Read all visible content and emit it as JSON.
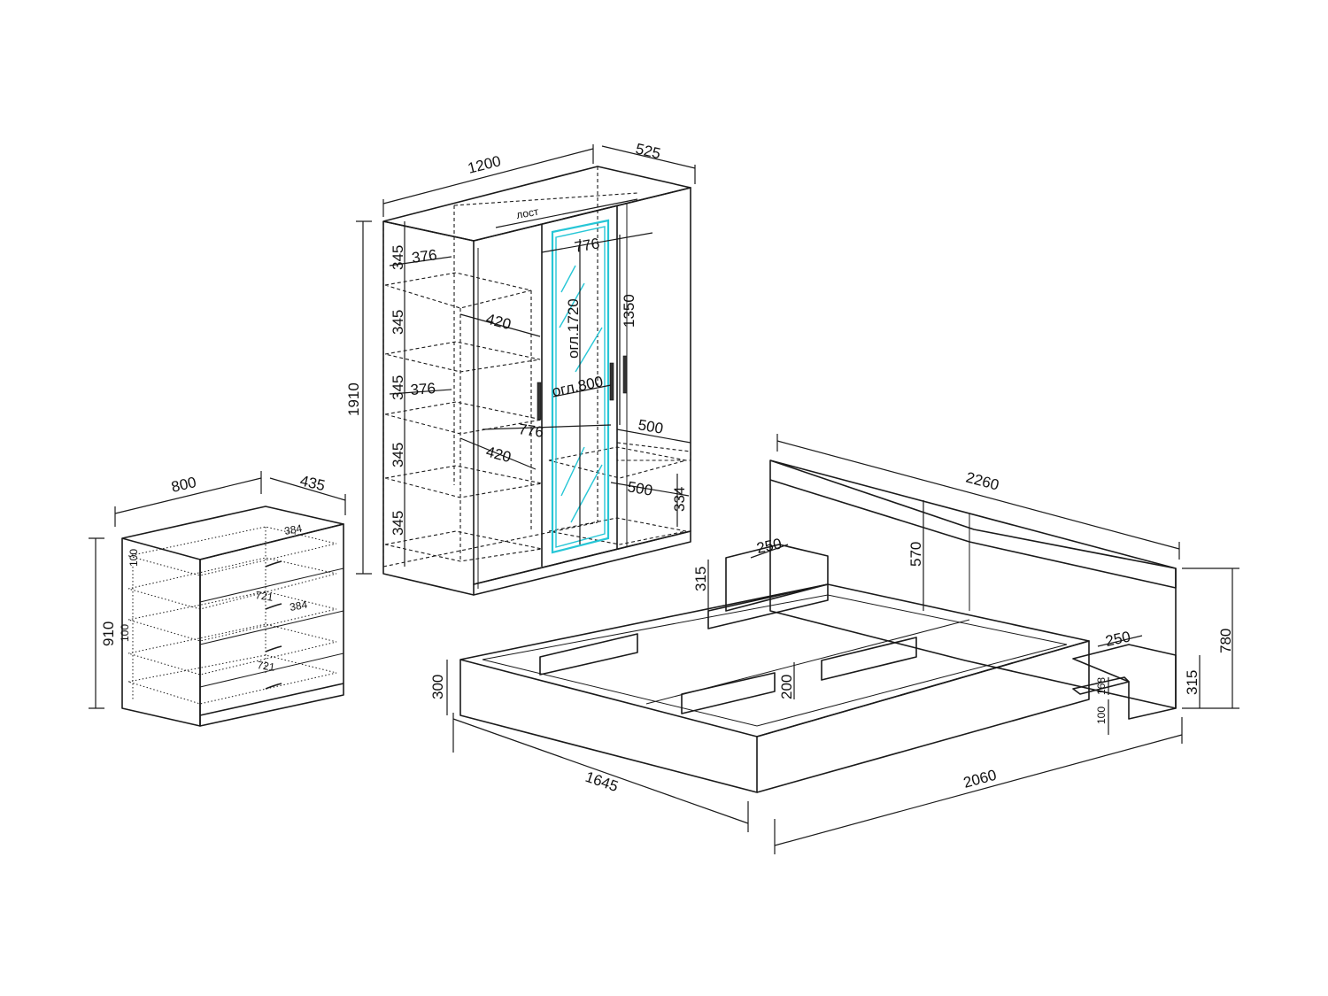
{
  "colors": {
    "line": "#1a1a1a",
    "mirror": "#26c6d6",
    "background": "#ffffff"
  },
  "wardrobe": {
    "width": "1200",
    "depth": "525",
    "height": "1910",
    "shelf_heights": [
      "345",
      "345",
      "345",
      "345",
      "345"
    ],
    "shelf_depth_upper": "376",
    "shelf_depth_lower": "376",
    "shelf_width_upper": "420",
    "shelf_width_lower": "420",
    "inner_width_upper": "776",
    "inner_width_lower": "776",
    "rail_label": "лост",
    "door_height": "1350",
    "mirror_height": "огл.1720",
    "mirror_width": "огл.800",
    "right_shelf_upper": "500",
    "right_shelf_lower": "500",
    "right_bottom_height": "334"
  },
  "dresser": {
    "width": "800",
    "depth": "435",
    "height": "910",
    "inner_depth_top": "384",
    "inner_depth_mid": "384",
    "drawer_label_a": "100",
    "drawer_label_b": "100",
    "inner_width_mid": "721",
    "inner_width_bottom": "721"
  },
  "bed": {
    "total_length": "2260",
    "headboard_height": "570",
    "total_height": "780",
    "nightstand_width_left": "250",
    "nightstand_width_right": "250",
    "nightstand_height_left": "315",
    "nightstand_height_right": "315",
    "frame_height": "300",
    "slat_height": "200",
    "frame_width": "1645",
    "frame_length": "2060",
    "shelf_gap": "168",
    "shelf_offset": "100"
  }
}
